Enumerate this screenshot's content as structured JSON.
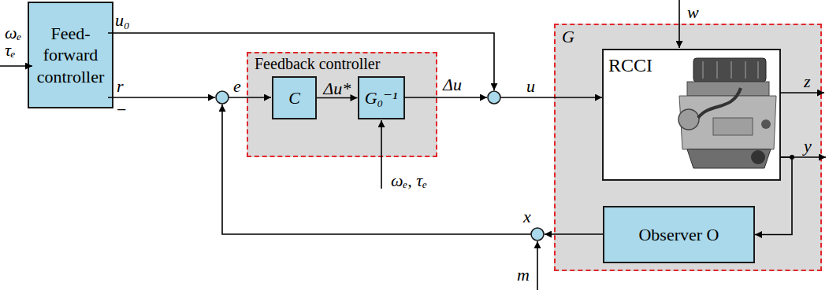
{
  "diagram": {
    "nodes": [
      {
        "text": [
          "Feed- forward controller"
        ]
      },
      {
        "text": [
          "Feedback controller"
        ]
      },
      {
        "text": [
          "C"
        ],
        "in": 1
      },
      {
        "text": [
          "G₀⁻¹"
        ],
        "in": 1
      },
      {
        "text": [
          "G"
        ]
      },
      {
        "text": [
          "RCCI"
        ],
        "in": 4
      },
      {
        "text": [
          "Observer O"
        ],
        "in": 4
      }
    ],
    "edges": [
      {
        "from": 2,
        "to": 3,
        "arrow": "to",
        "label": "Δu*"
      },
      {
        "from": 5,
        "to": 6,
        "arrow": "to"
      }
    ],
    "labels": [
      "ωₑ",
      "τₑ",
      "u₀",
      "r",
      "−",
      "e",
      "ωₑ, τₑ",
      "Δu",
      "u",
      "w",
      "z",
      "y",
      "x",
      "m"
    ]
  }
}
